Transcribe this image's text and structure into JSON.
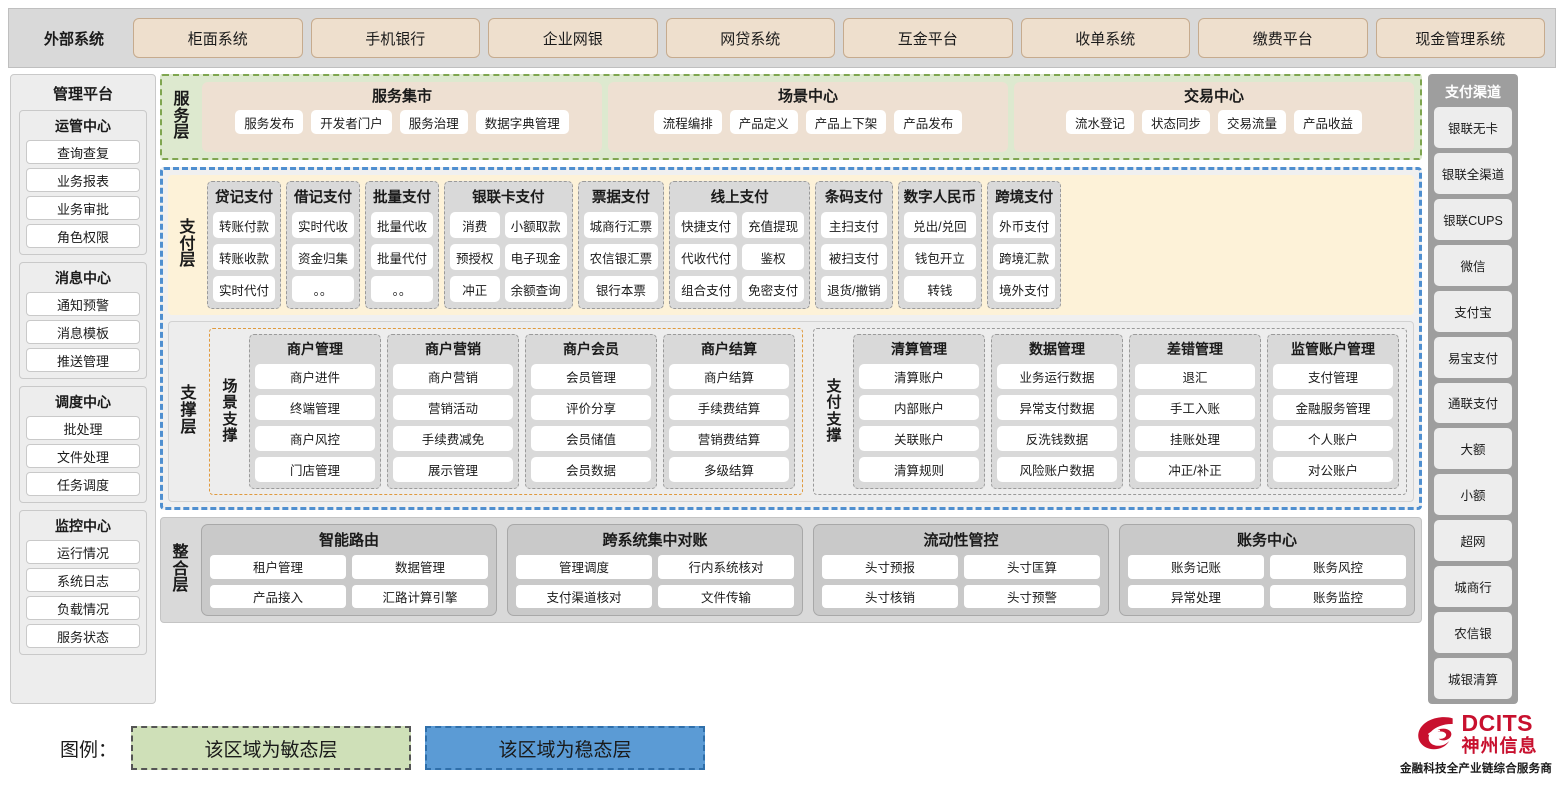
{
  "external": {
    "title": "外部系统",
    "items": [
      "柜面系统",
      "手机银行",
      "企业网银",
      "网贷系统",
      "互金平台",
      "收单系统",
      "缴费平台",
      "现金管理系统"
    ]
  },
  "management": {
    "title": "管理平台",
    "groups": [
      {
        "title": "运管中心",
        "items": [
          "查询查复",
          "业务报表",
          "业务审批",
          "角色权限"
        ]
      },
      {
        "title": "消息中心",
        "items": [
          "通知预警",
          "消息模板",
          "推送管理"
        ]
      },
      {
        "title": "调度中心",
        "items": [
          "批处理",
          "文件处理",
          "任务调度"
        ]
      },
      {
        "title": "监控中心",
        "items": [
          "运行情况",
          "系统日志",
          "负载情况",
          "服务状态"
        ]
      }
    ]
  },
  "service_layer": {
    "label": "服务层",
    "groups": [
      {
        "title": "服务集市",
        "items": [
          "服务发布",
          "开发者门户",
          "服务治理",
          "数据字典管理"
        ]
      },
      {
        "title": "场景中心",
        "items": [
          "流程编排",
          "产品定义",
          "产品上下架",
          "产品发布"
        ]
      },
      {
        "title": "交易中心",
        "items": [
          "流水登记",
          "状态同步",
          "交易流量",
          "产品收益"
        ]
      }
    ]
  },
  "payment_layer": {
    "label": "支付层",
    "columns": [
      {
        "title": "贷记支付",
        "cols": [
          [
            "转账付款",
            "转账收款",
            "实时代付"
          ]
        ]
      },
      {
        "title": "借记支付",
        "cols": [
          [
            "实时代收",
            "资金归集",
            "。。"
          ]
        ]
      },
      {
        "title": "批量支付",
        "cols": [
          [
            "批量代收",
            "批量代付",
            "。。"
          ]
        ]
      },
      {
        "title": "银联卡支付",
        "cols": [
          [
            "消费",
            "预授权",
            "冲正"
          ],
          [
            "小额取款",
            "电子现金",
            "余额查询"
          ]
        ]
      },
      {
        "title": "票据支付",
        "cols": [
          [
            "城商行汇票",
            "农信银汇票",
            "银行本票"
          ]
        ]
      },
      {
        "title": "线上支付",
        "cols": [
          [
            "快捷支付",
            "代收代付",
            "组合支付"
          ],
          [
            "充值提现",
            "鉴权",
            "免密支付"
          ]
        ]
      },
      {
        "title": "条码支付",
        "cols": [
          [
            "主扫支付",
            "被扫支付",
            "退货/撤销"
          ]
        ]
      },
      {
        "title": "数字人民币",
        "cols": [
          [
            "兑出/兑回",
            "钱包开立",
            "转钱"
          ]
        ]
      },
      {
        "title": "跨境支付",
        "cols": [
          [
            "外币支付",
            "跨境汇款",
            "境外支付"
          ]
        ]
      }
    ]
  },
  "support_layer": {
    "label": "支撑层",
    "blocks": [
      {
        "label": "场景支撑",
        "columns": [
          {
            "title": "商户管理",
            "items": [
              "商户进件",
              "终端管理",
              "商户风控",
              "门店管理"
            ]
          },
          {
            "title": "商户营销",
            "items": [
              "商户营销",
              "营销活动",
              "手续费减免",
              "展示管理"
            ]
          },
          {
            "title": "商户会员",
            "items": [
              "会员管理",
              "评价分享",
              "会员储值",
              "会员数据"
            ]
          },
          {
            "title": "商户结算",
            "items": [
              "商户结算",
              "手续费结算",
              "营销费结算",
              "多级结算"
            ]
          }
        ]
      },
      {
        "label": "支付支撑",
        "columns": [
          {
            "title": "清算管理",
            "items": [
              "清算账户",
              "内部账户",
              "关联账户",
              "清算规则"
            ]
          },
          {
            "title": "数据管理",
            "items": [
              "业务运行数据",
              "异常支付数据",
              "反洗钱数据",
              "风险账户数据"
            ]
          },
          {
            "title": "差错管理",
            "items": [
              "退汇",
              "手工入账",
              "挂账处理",
              "冲正/补正"
            ]
          },
          {
            "title": "监管账户管理",
            "items": [
              "支付管理",
              "金融服务管理",
              "个人账户",
              "对公账户"
            ]
          }
        ]
      }
    ]
  },
  "integration_layer": {
    "label": "整合层",
    "groups": [
      {
        "title": "智能路由",
        "items": [
          "租户管理",
          "数据管理",
          "产品接入",
          "汇路计算引擎"
        ]
      },
      {
        "title": "跨系统集中对账",
        "items": [
          "管理调度",
          "行内系统核对",
          "支付渠道核对",
          "文件传输"
        ]
      },
      {
        "title": "流动性管控",
        "items": [
          "头寸预报",
          "头寸匡算",
          "头寸核销",
          "头寸预警"
        ]
      },
      {
        "title": "账务中心",
        "items": [
          "账务记账",
          "账务风控",
          "异常处理",
          "账务监控"
        ]
      }
    ]
  },
  "channels": {
    "title": "支付渠道",
    "items": [
      "银联无卡",
      "银联全渠道",
      "银联CUPS",
      "微信",
      "支付宝",
      "易宝支付",
      "通联支付",
      "大额",
      "小额",
      "超网",
      "城商行",
      "农信银",
      "城银清算"
    ]
  },
  "legend": {
    "label": "图例：",
    "agile": "该区域为敏态层",
    "stable": "该区域为稳态层",
    "agile_color": "#cfe0b8",
    "stable_color": "#5b9bd5"
  },
  "logo": {
    "en": "DCITS",
    "cn": "神州信息",
    "tagline": "金融科技全产业链综合服务商",
    "color": "#c8102e"
  }
}
